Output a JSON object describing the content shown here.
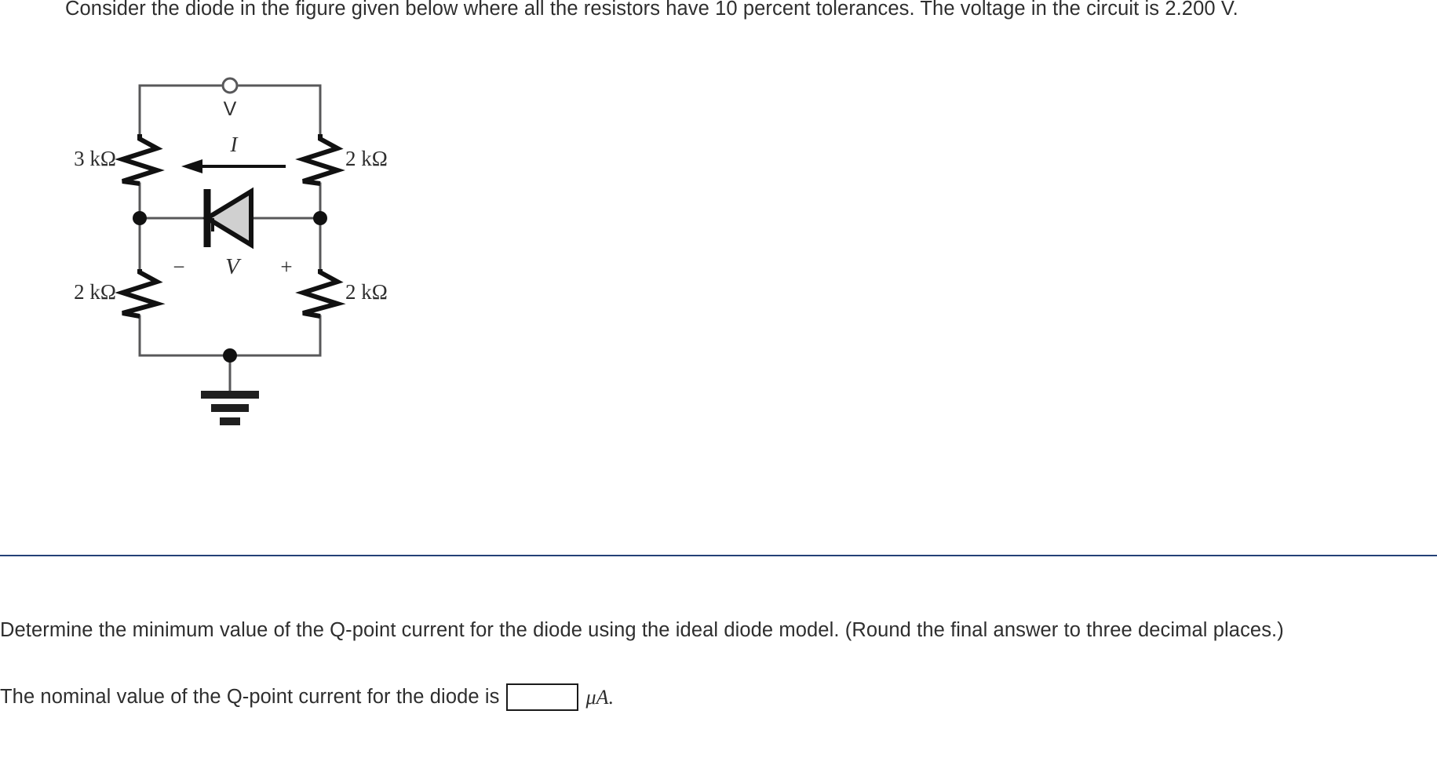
{
  "panel": {
    "border_color": "#234177",
    "prompt": "Consider the diode in the figure given below where all the resistors have 10 percent tolerances. The voltage in the circuit is 2.200 V."
  },
  "figure": {
    "name": "diode-bridge-circuit",
    "terminal_label": "V",
    "current_label": "I",
    "diode_voltage_label": "V",
    "polarity_minus": "−",
    "polarity_plus": "+",
    "resistors": [
      {
        "position": "top-left",
        "label": "3 kΩ"
      },
      {
        "position": "top-right",
        "label": "2 kΩ"
      },
      {
        "position": "bottom-left",
        "label": "2 kΩ"
      },
      {
        "position": "bottom-right",
        "label": "2 kΩ"
      }
    ],
    "diode_fill": "#d0d0d0",
    "wire_color": "#58585a",
    "symbol_color": "#1a1a1a"
  },
  "question": {
    "determine_text": "Determine the minimum value of the Q-point current for the diode using the ideal diode model. (Round the final answer to three decimal places.)",
    "answer_prefix": "The nominal value of the Q-point current for the diode is",
    "answer_value": "",
    "answer_placeholder": "",
    "answer_unit": "μA."
  }
}
